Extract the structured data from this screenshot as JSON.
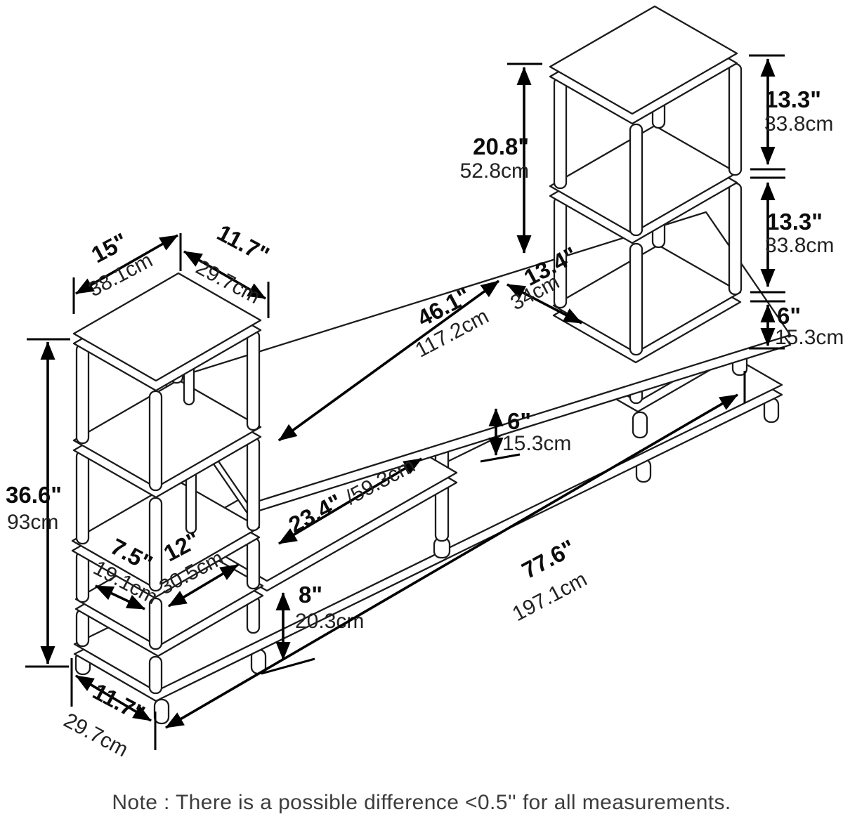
{
  "diagram": {
    "type": "furniture-dimension-drawing",
    "product": "3-tier entertainment center stand with side towers",
    "units": [
      "inch",
      "cm"
    ],
    "note": "Note : There is a possible difference <0.5'' for all measurements."
  },
  "dims": {
    "h36_6": {
      "inch": "36.6\"",
      "cm": "93cm"
    },
    "d15": {
      "inch": "15\"",
      "cm": "38.1cm"
    },
    "d11_7_top": {
      "inch": "11.7\"",
      "cm": "29.7cm"
    },
    "d46_1": {
      "inch": "46.1\"",
      "cm": "117.2cm"
    },
    "d13_4": {
      "inch": "13.4\"",
      "cm": "34cm"
    },
    "d20_8": {
      "inch": "20.8\"",
      "cm": "52.8cm"
    },
    "d13_3_upper": {
      "inch": "13.3\"",
      "cm": "33.8cm"
    },
    "d13_3_lower": {
      "inch": "13.3\"",
      "cm": "33.8cm"
    },
    "d6_right": {
      "inch": "6\"",
      "cm": "15.3cm"
    },
    "d6_mid": {
      "inch": "6\"",
      "cm": "15.3cm"
    },
    "d23_4": {
      "inch": "23.4\"",
      "cm": "/59.3cm"
    },
    "d7_5": {
      "inch": "7.5\"",
      "cm": "19.1cm"
    },
    "d12": {
      "inch": "12\"",
      "cm": "30.5cm"
    },
    "d8": {
      "inch": "8\"",
      "cm": "20.3cm"
    },
    "d77_6": {
      "inch": "77.6\"",
      "cm": "197.1cm"
    },
    "d11_7_bottom": {
      "inch": "11.7\"",
      "cm": "29.7cm"
    }
  }
}
